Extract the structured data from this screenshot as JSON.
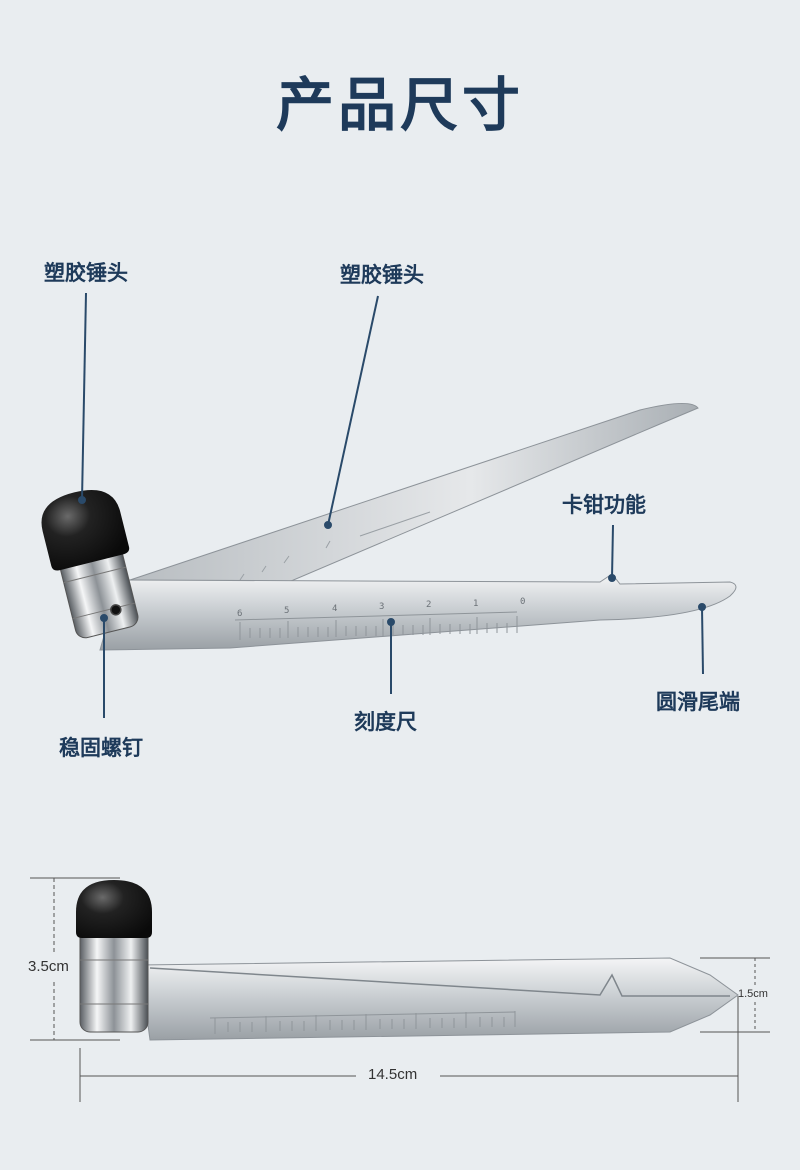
{
  "title": "产品尺寸",
  "callouts": {
    "hammer_head_left": "塑胶锤头",
    "hammer_head_top": "塑胶锤头",
    "caliper_function": "卡钳功能",
    "smooth_tail": "圆滑尾端",
    "scale_ruler": "刻度尺",
    "fixing_screw": "稳固螺钉"
  },
  "dimensions": {
    "height": "3.5cm",
    "length": "14.5cm",
    "tip_width": "1.5cm"
  },
  "scale_numbers": [
    "0",
    "1",
    "2",
    "3",
    "4",
    "5",
    "6"
  ],
  "colors": {
    "title": "#1e3a5a",
    "background": "#e9edf0",
    "steel": "#c9ced2",
    "rubber": "#1a1a1a"
  }
}
